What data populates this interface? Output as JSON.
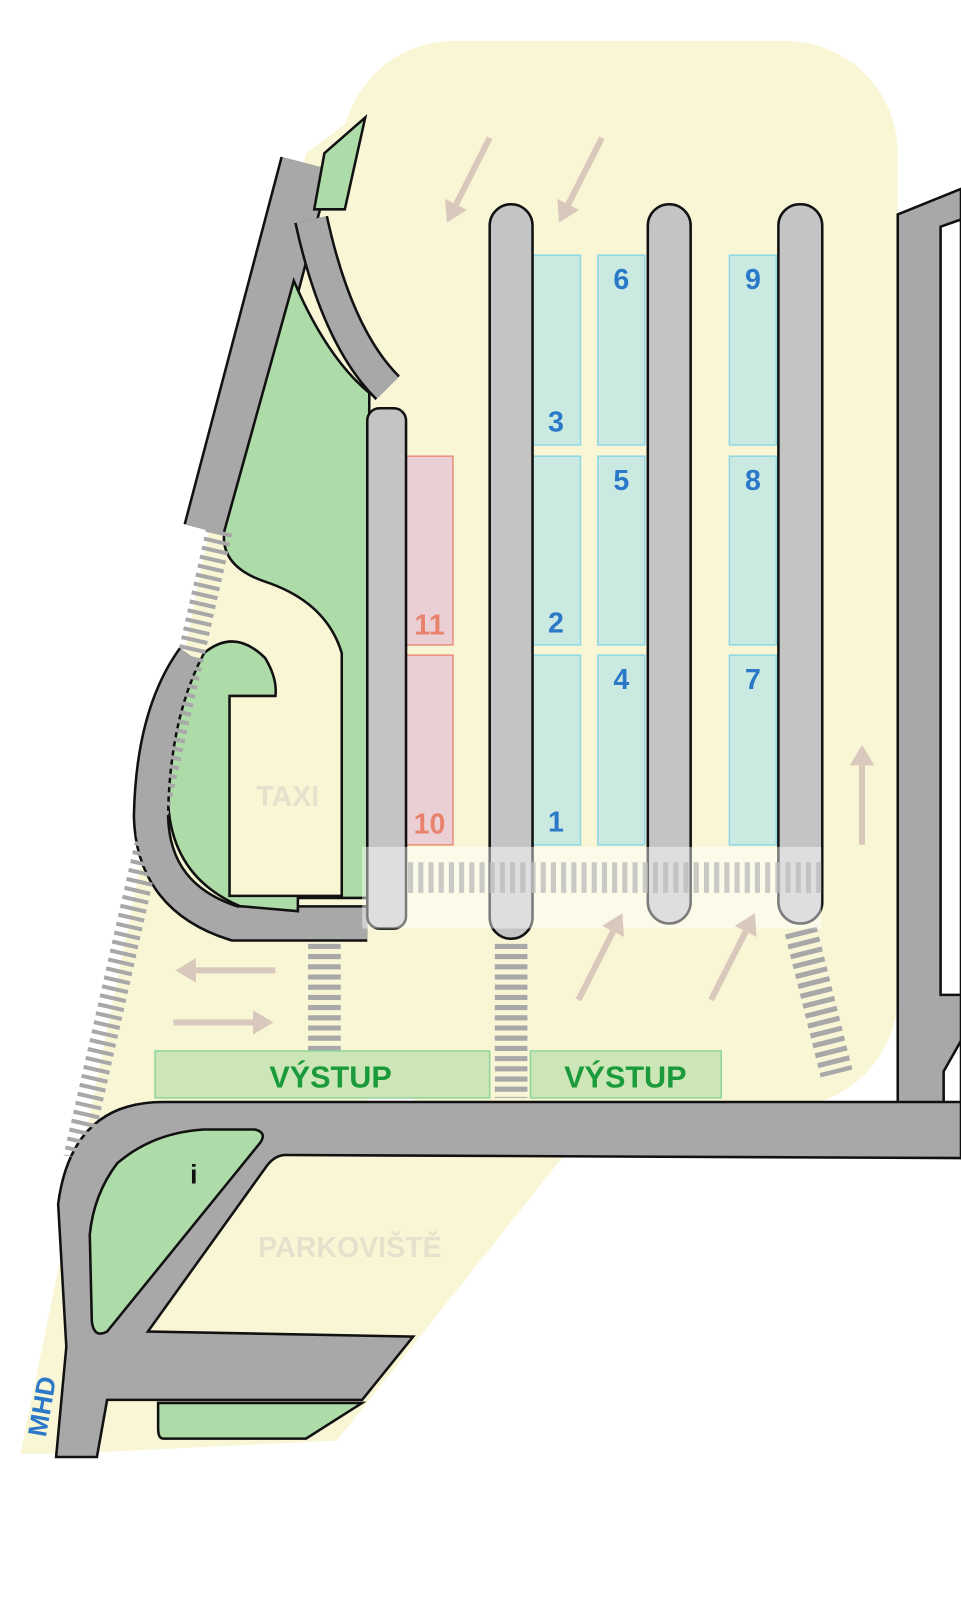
{
  "map": {
    "bays": [
      {
        "number": "1",
        "type": "bus"
      },
      {
        "number": "2",
        "type": "bus"
      },
      {
        "number": "3",
        "type": "bus"
      },
      {
        "number": "4",
        "type": "bus"
      },
      {
        "number": "5",
        "type": "bus"
      },
      {
        "number": "6",
        "type": "bus"
      },
      {
        "number": "7",
        "type": "bus"
      },
      {
        "number": "8",
        "type": "bus"
      },
      {
        "number": "9",
        "type": "bus"
      },
      {
        "number": "10",
        "type": "other"
      },
      {
        "number": "11",
        "type": "other"
      }
    ],
    "exit_labels": [
      "VÝSTUP",
      "VÝSTUP"
    ],
    "taxi_label": "TAXI",
    "parking_label": "PARKOVIŠTĚ",
    "info_label": "i",
    "public_transport_label": "MHD",
    "colors": {
      "road": "#a8a8a8",
      "green": "#aedca8",
      "area": "#f9f6d6",
      "bus_bay": "#c9e9e1",
      "bus_bay_text": "#2b78c8",
      "other_bay": "#ead0d4",
      "other_bay_text": "#e8826c",
      "exit": "#cde6b8",
      "exit_text": "#1a9a3a",
      "arrow": "#d9c9bd"
    }
  }
}
